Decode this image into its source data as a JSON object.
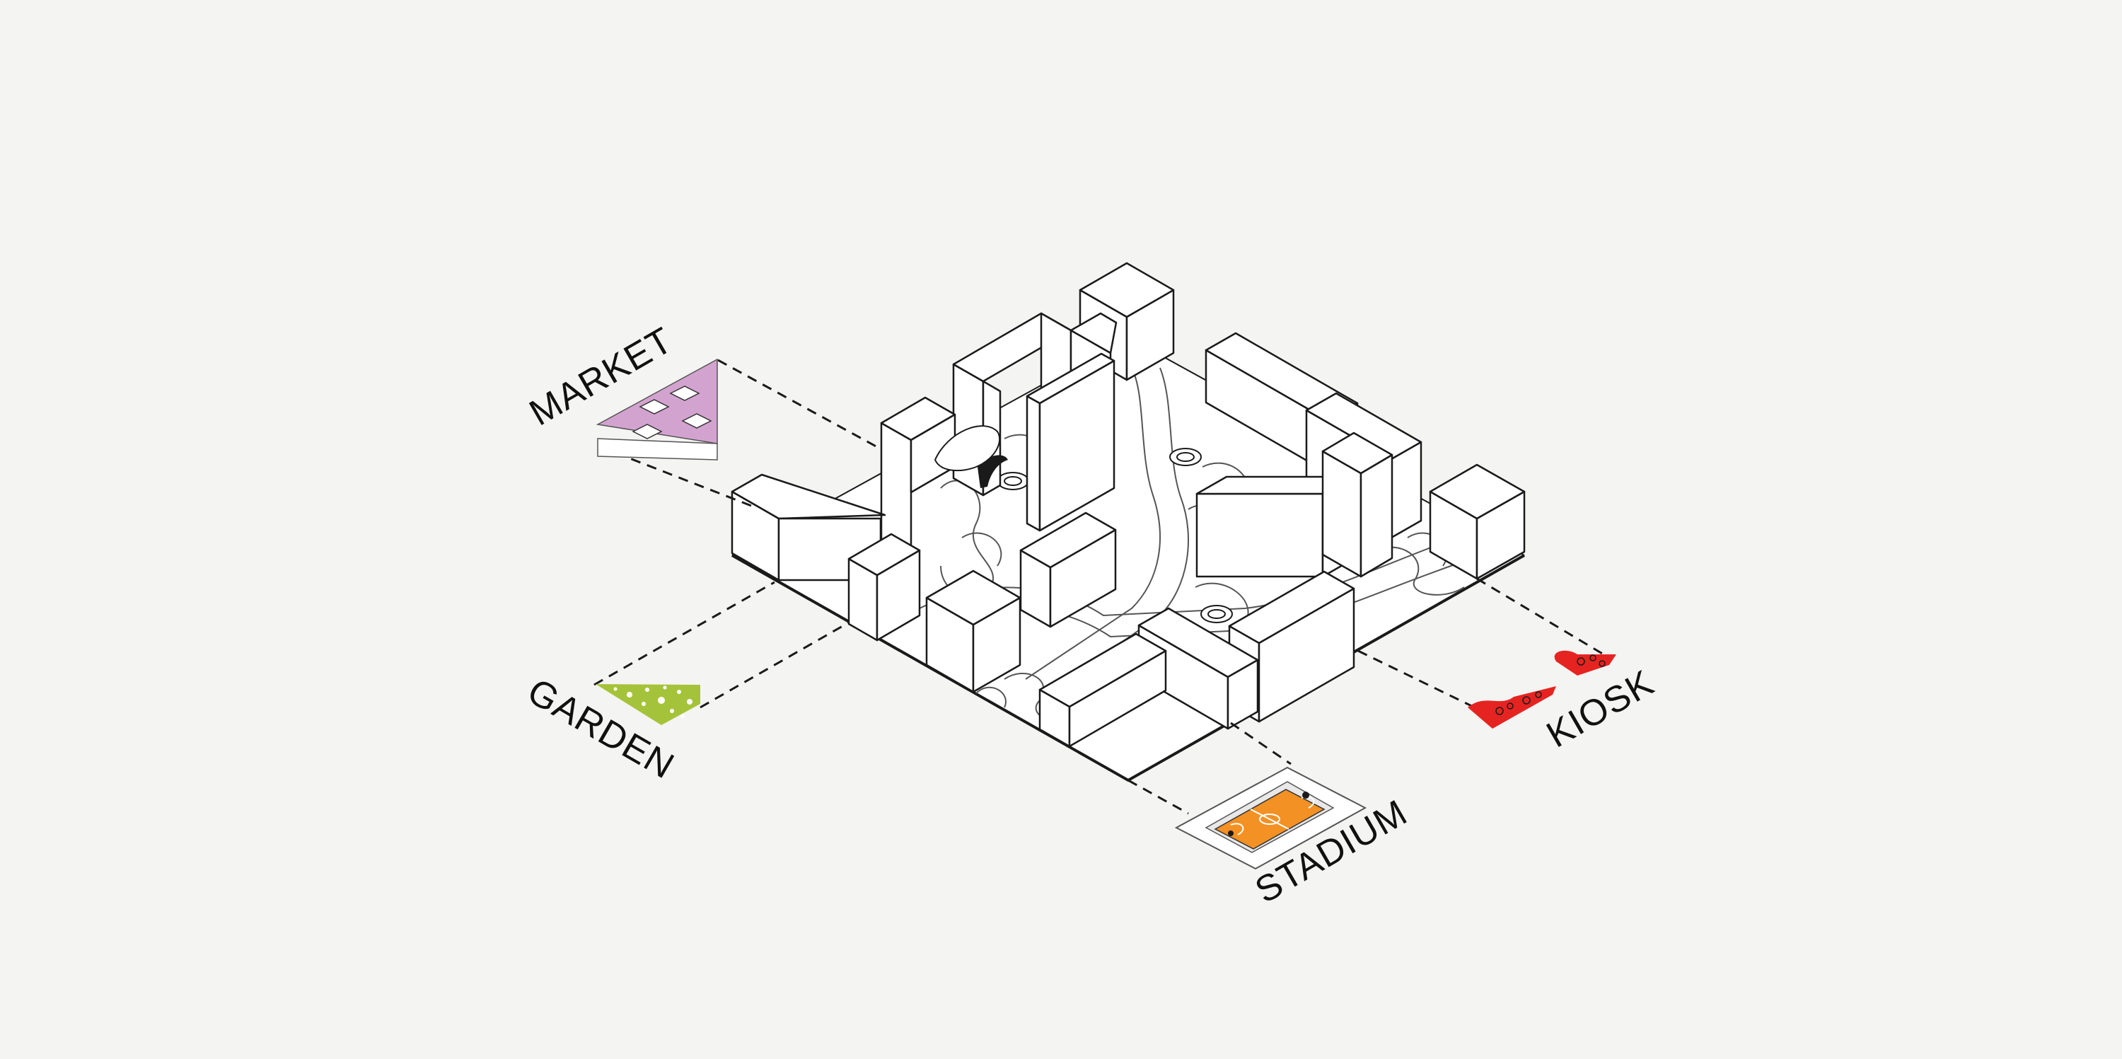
{
  "labels": {
    "market": "MARKET",
    "garden": "GARDEN",
    "stadium": "STADIUM",
    "kiosk": "KIOSK"
  },
  "colors": {
    "background": "#f4f4f2",
    "market": "#d3a3d0",
    "garden": "#a5c33a",
    "stadium": "#f39124",
    "kiosk": "#e52421",
    "line": "#1a1a1a"
  }
}
